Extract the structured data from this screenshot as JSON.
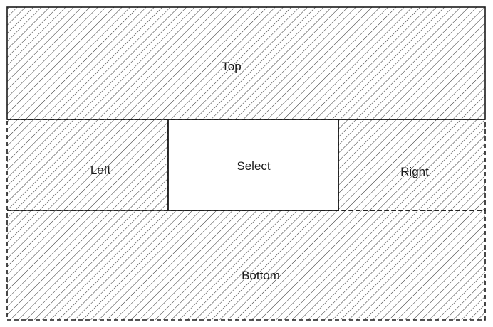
{
  "diagram": {
    "regions": {
      "top": "Top",
      "left": "Left",
      "select": "Select",
      "right": "Right",
      "bottom": "Bottom"
    },
    "colors": {
      "line": "#1a1a1a",
      "hatch": "#1a1a1a",
      "background": "#ffffff"
    }
  }
}
